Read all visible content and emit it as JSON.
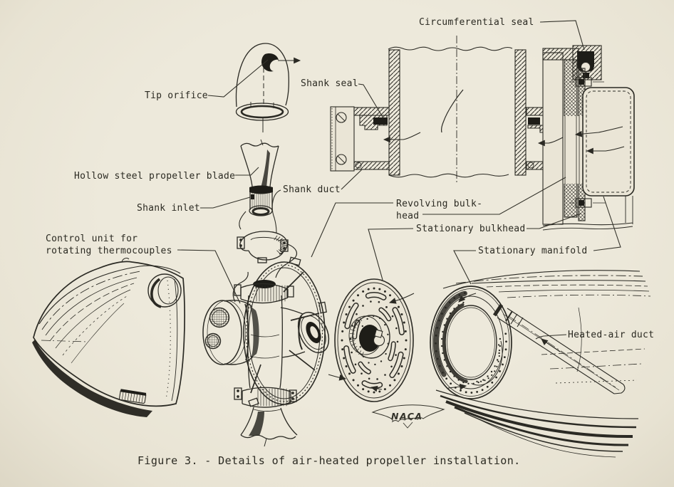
{
  "figure": {
    "caption": "Figure 3. - Details of air-heated propeller installation.",
    "logo_text": "NACA"
  },
  "labels": {
    "tip_orifice": "Tip orifice",
    "circumferential_seal": "Circumferential seal",
    "shank_seal": "Shank seal",
    "hollow_blade": "Hollow steel propeller blade",
    "shank_duct": "Shank duct",
    "shank_inlet": "Shank inlet",
    "control_unit_line1": "Control unit for",
    "control_unit_line2": "rotating thermocouples",
    "revolving_bulkhead_line1": "Revolving bulk-",
    "revolving_bulkhead_line2": "head",
    "stationary_bulkhead": "Stationary bulkhead",
    "stationary_manifold": "Stationary manifold",
    "heated_air_duct": "Heated-air duct"
  },
  "colors": {
    "paper": "#eae5d6",
    "ink": "#2b2a24"
  }
}
